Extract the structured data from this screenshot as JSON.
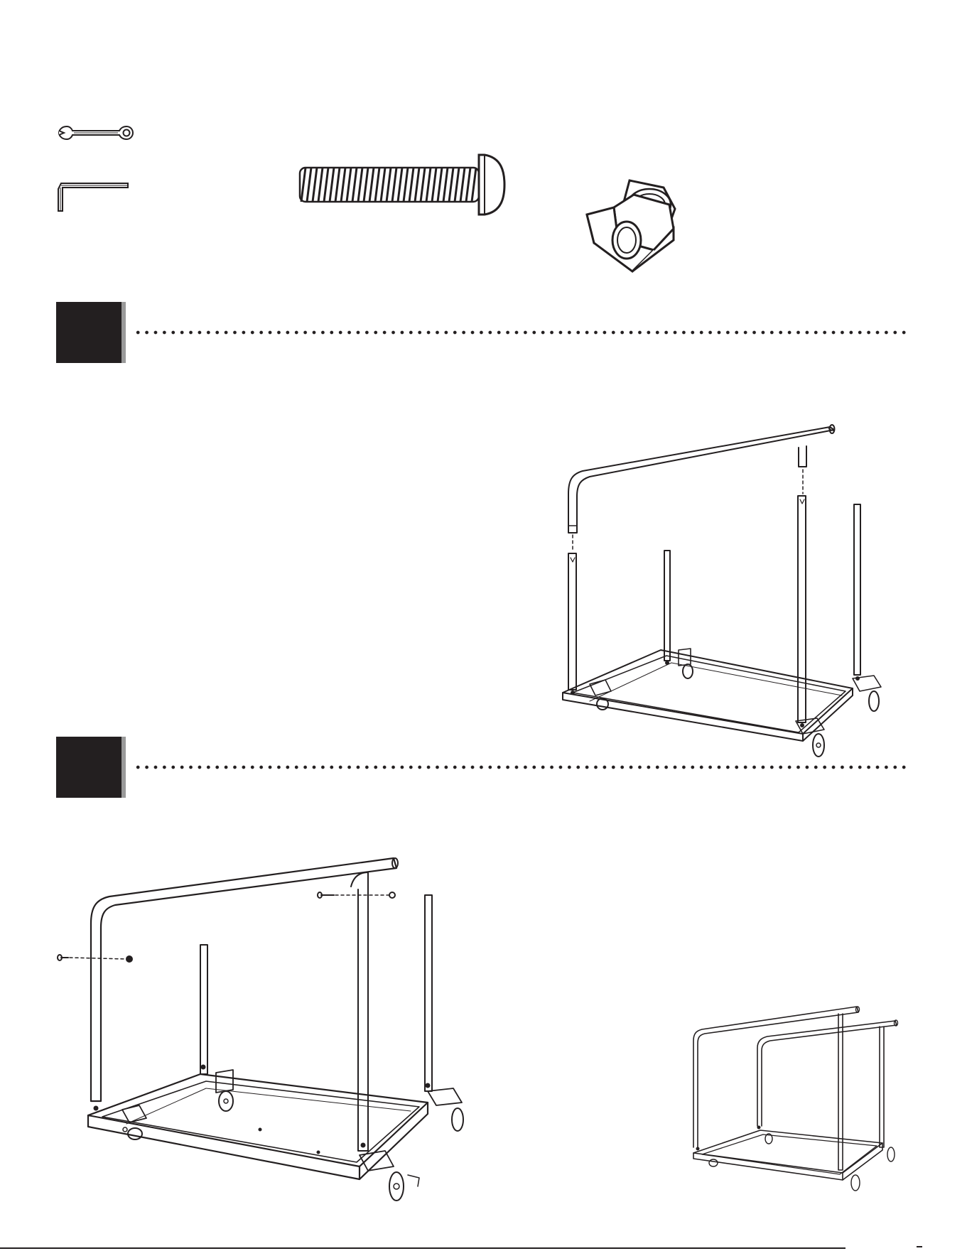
{
  "tools": [
    {
      "icon": "wrench-icon"
    },
    {
      "icon": "allen-key-icon"
    }
  ],
  "hardware": [
    {
      "icon": "button-head-bolt-icon"
    },
    {
      "icon": "lock-nut-icon"
    }
  ],
  "steps": [
    {
      "marker": "step-marker-1",
      "illustration": "handle-insertion-diagram"
    },
    {
      "marker": "step-marker-2",
      "illustration": "handle-bolting-diagram"
    }
  ],
  "colors": {
    "ink": "#231f20",
    "marker_shadow": "#9a9a9a",
    "paper": "#ffffff"
  }
}
